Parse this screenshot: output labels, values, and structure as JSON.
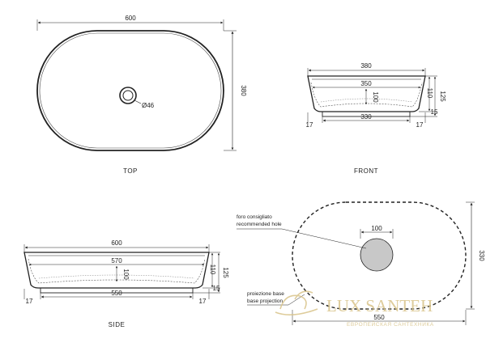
{
  "views": {
    "top": {
      "label": "TOP",
      "width": "600",
      "depth": "380",
      "drain": "Ø46"
    },
    "front": {
      "label": "FRONT",
      "top_width": "380",
      "inner_width": "350",
      "base_width": "330",
      "inner_depth": "100",
      "height_a": "110",
      "height_b": "125",
      "base_height": "15",
      "left_offset": "17",
      "right_offset": "17"
    },
    "side": {
      "label": "SIDE",
      "top_width": "600",
      "inner_width": "570",
      "base_width": "550",
      "inner_depth": "100",
      "height_a": "110",
      "height_b": "125",
      "base_height": "15",
      "left_offset": "17",
      "right_offset": "17"
    },
    "install": {
      "hole_note_it": "foro consigliato",
      "hole_note_en": "recommended hole",
      "hole_size": "100",
      "base_note_it": "proiezione base",
      "base_note_en": "base projection",
      "base_length": "550",
      "base_depth": "330"
    }
  },
  "watermark": {
    "brand": "LUX SANTEH",
    "tagline": "ЕВРОПЕЙСКАЯ САНТЕХНИКА",
    "color": "#d9c48a"
  },
  "colors": {
    "line": "#222222",
    "hole_fill": "#c8c8c8"
  }
}
